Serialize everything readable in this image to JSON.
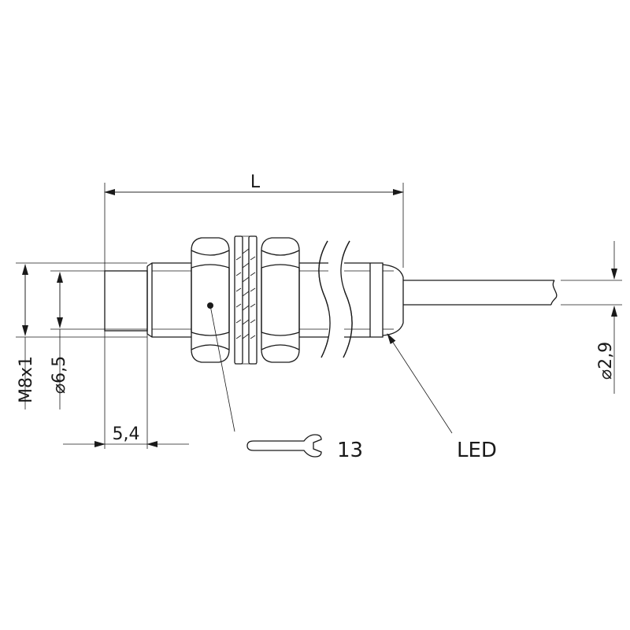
{
  "labels": {
    "length": "L",
    "thread": "M8x1",
    "body_diameter": "⌀6,5",
    "tip_length": "5,4",
    "cable_diameter": "⌀2,9",
    "wrench_size": "13",
    "led": "LED"
  },
  "icons": {
    "wrench": "wrench-icon"
  }
}
